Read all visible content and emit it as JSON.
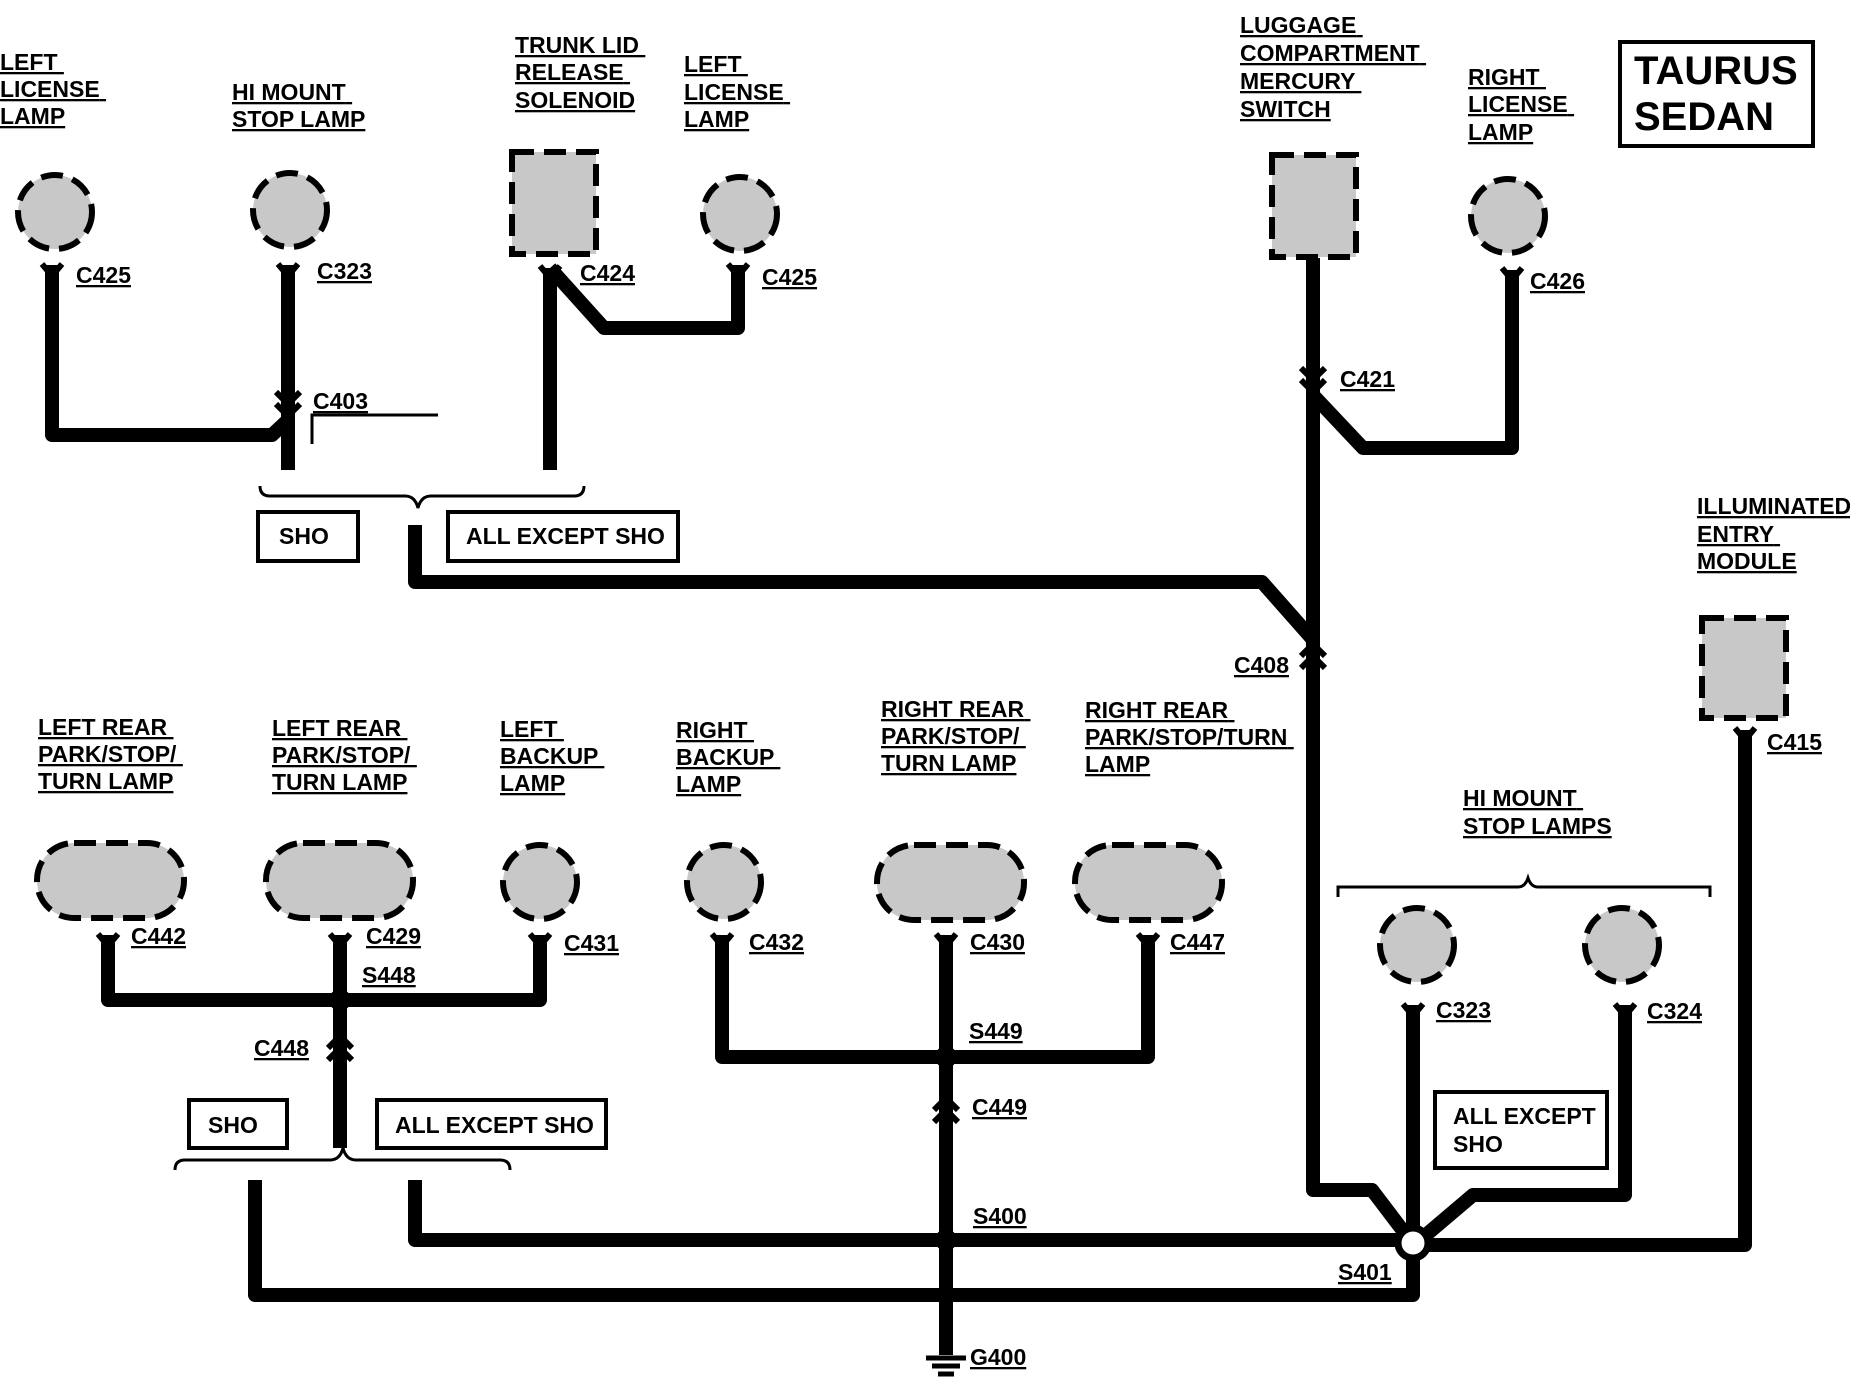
{
  "title": {
    "line1": "TAURUS",
    "line2": "SEDAN"
  },
  "components": {
    "left_license_lamp_a": [
      "LEFT",
      "LICENSE",
      "LAMP"
    ],
    "hi_mount_stop_lamp": [
      "HI MOUNT",
      "STOP LAMP"
    ],
    "trunk_lid_release_solenoid": [
      "TRUNK LID",
      "RELEASE",
      "SOLENOID"
    ],
    "left_license_lamp_b": [
      "LEFT",
      "LICENSE",
      "LAMP"
    ],
    "luggage_compartment_mercury_switch": [
      "LUGGAGE",
      "COMPARTMENT",
      "MERCURY",
      "SWITCH"
    ],
    "right_license_lamp": [
      "RIGHT",
      "LICENSE",
      "LAMP"
    ],
    "illuminated_entry_module": [
      "ILLUMINATED",
      "ENTRY",
      "MODULE"
    ],
    "left_rear_park_stop_turn_lamp_a": [
      "LEFT REAR",
      "PARK/STOP/",
      "TURN LAMP"
    ],
    "left_rear_park_stop_turn_lamp_b": [
      "LEFT REAR",
      "PARK/STOP/",
      "TURN LAMP"
    ],
    "left_backup_lamp": [
      "LEFT",
      "BACKUP",
      "LAMP"
    ],
    "right_backup_lamp": [
      "RIGHT",
      "BACKUP",
      "LAMP"
    ],
    "right_rear_park_stop_turn_lamp_a": [
      "RIGHT REAR",
      "PARK/STOP/",
      "TURN LAMP"
    ],
    "right_rear_park_stop_turn_lamp_b": [
      "RIGHT REAR",
      "PARK/STOP/TURN",
      "LAMP"
    ],
    "hi_mount_stop_lamps": [
      "HI MOUNT",
      "STOP LAMPS"
    ]
  },
  "connectors": {
    "c425_a": "C425",
    "c323_a": "C323",
    "c424": "C424",
    "c425_b": "C425",
    "c403": "C403",
    "c421": "C421",
    "c426": "C426",
    "c408": "C408",
    "c415": "C415",
    "c442": "C442",
    "c429": "C429",
    "c431": "C431",
    "c432": "C432",
    "c430": "C430",
    "c447": "C447",
    "c323_b": "C323",
    "c324": "C324",
    "c448": "C448",
    "c449": "C449",
    "g400": "G400"
  },
  "splices": {
    "s448": "S448",
    "s449": "S449",
    "s400": "S400",
    "s401": "S401"
  },
  "option_boxes": {
    "sho_top": "SHO",
    "all_except_sho_top": "ALL EXCEPT SHO",
    "sho_bottom": "SHO",
    "all_except_sho_bottom": "ALL EXCEPT SHO",
    "all_except_sho_right": [
      "ALL EXCEPT",
      "SHO"
    ]
  },
  "colors": {
    "wire": "#000000",
    "component_fill": "#c8c8c8",
    "background": "#ffffff"
  }
}
